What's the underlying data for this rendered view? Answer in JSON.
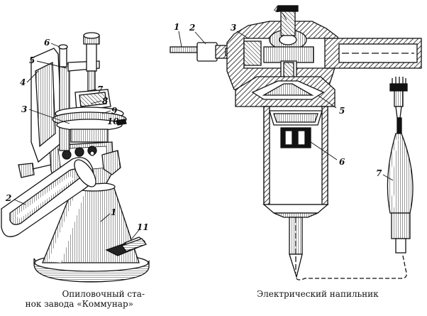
{
  "left_figure": {
    "caption_line1": "Опиловочный ста-",
    "caption_line2": "нок завода «Коммунар»",
    "labels": [
      "1",
      "2",
      "3",
      "4",
      "5",
      "6",
      "7",
      "8",
      "9",
      "10",
      "11"
    ]
  },
  "right_figure": {
    "caption": "Электрический напильник",
    "labels": [
      "1",
      "2",
      "3",
      "4",
      "5",
      "6",
      "7"
    ]
  }
}
